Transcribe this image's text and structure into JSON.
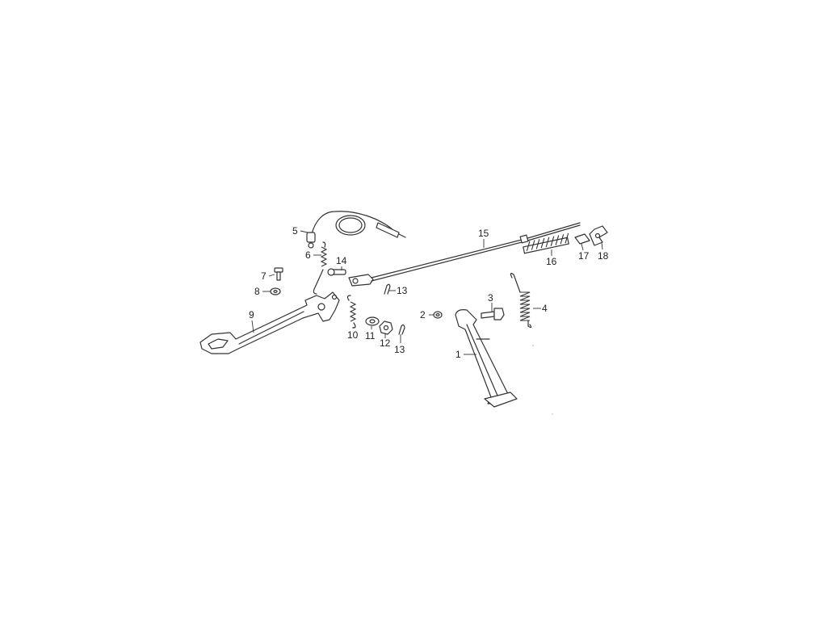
{
  "diagram": {
    "callouts": [
      {
        "key": "c1",
        "text": "1"
      },
      {
        "key": "c2",
        "text": "2"
      },
      {
        "key": "c3",
        "text": "3"
      },
      {
        "key": "c4",
        "text": "4"
      },
      {
        "key": "c5",
        "text": "5"
      },
      {
        "key": "c6",
        "text": "6"
      },
      {
        "key": "c7",
        "text": "7"
      },
      {
        "key": "c8",
        "text": "8"
      },
      {
        "key": "c9",
        "text": "9"
      },
      {
        "key": "c10",
        "text": "10"
      },
      {
        "key": "c11",
        "text": "11"
      },
      {
        "key": "c12",
        "text": "12"
      },
      {
        "key": "c13a",
        "text": "13"
      },
      {
        "key": "c13b",
        "text": "13"
      },
      {
        "key": "c14",
        "text": "14"
      },
      {
        "key": "c15",
        "text": "15"
      },
      {
        "key": "c16",
        "text": "16"
      },
      {
        "key": "c17",
        "text": "17"
      },
      {
        "key": "c18",
        "text": "18"
      }
    ]
  }
}
